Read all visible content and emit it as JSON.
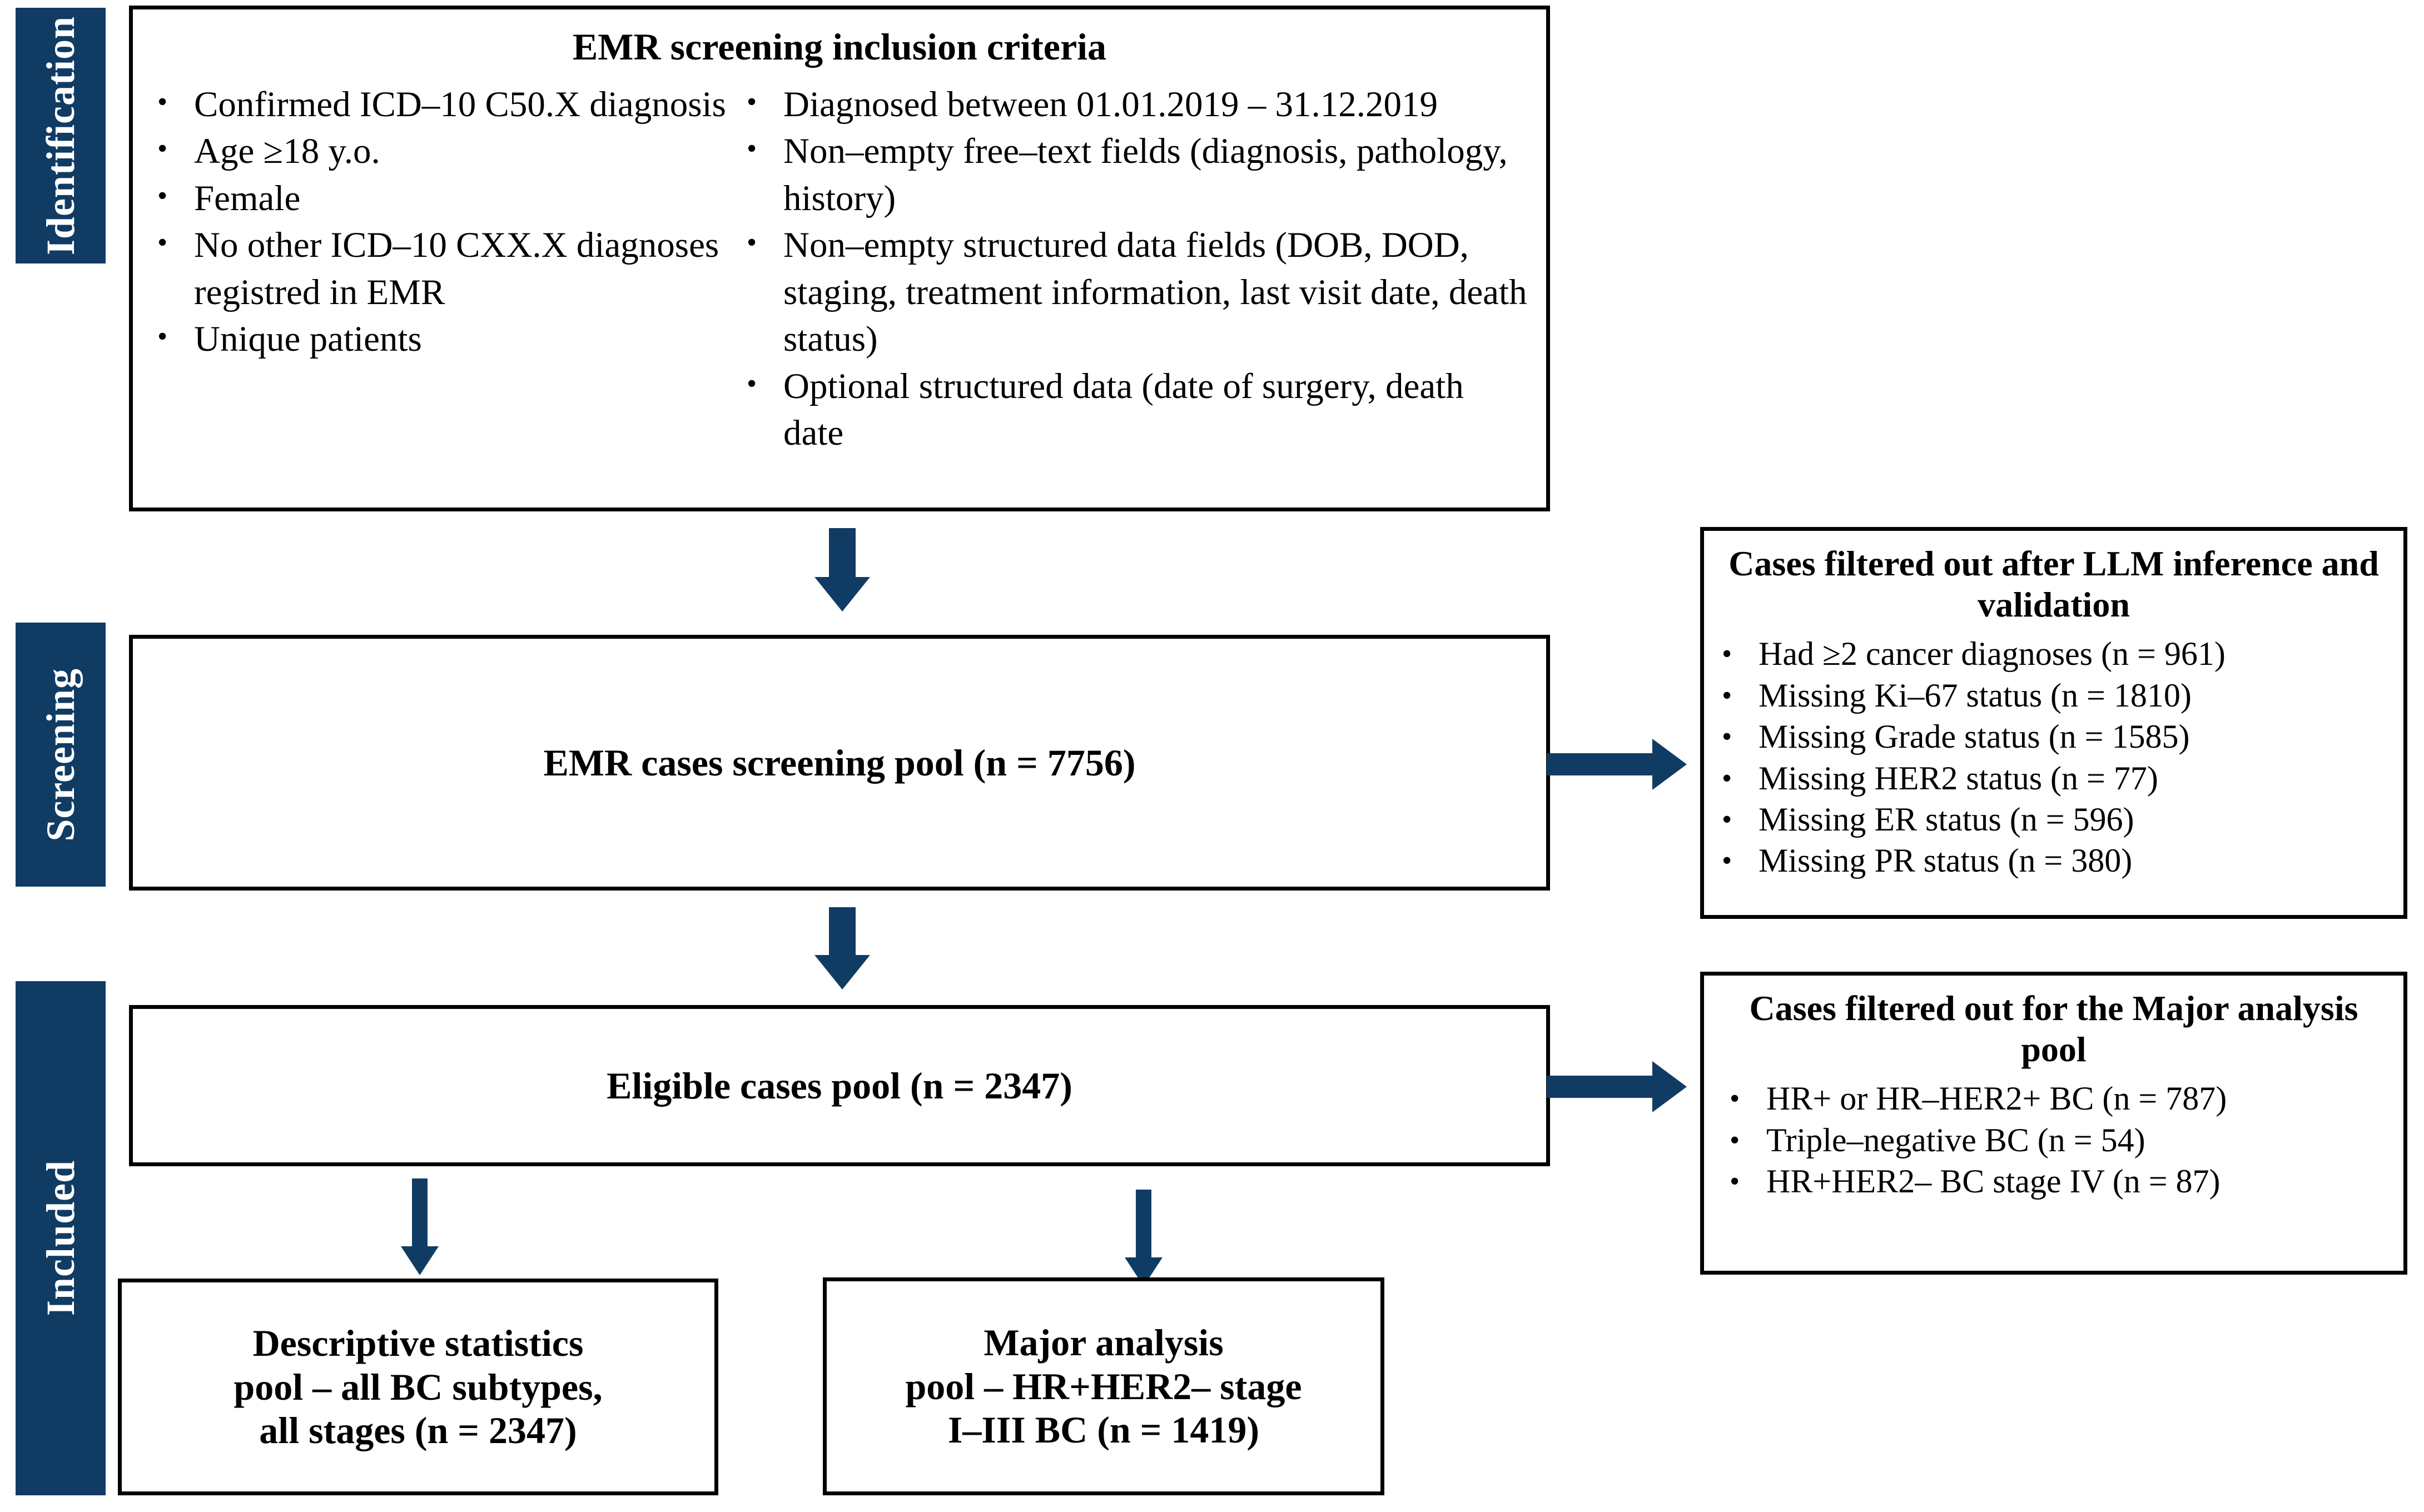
{
  "colors": {
    "stage_bar": "#103C64",
    "arrow": "#103C64",
    "box_border": "#000000",
    "background": "#ffffff",
    "text": "#000000"
  },
  "stages": [
    {
      "label": "Identification"
    },
    {
      "label": "Screening"
    },
    {
      "label": "Included"
    }
  ],
  "identification_box": {
    "title": "EMR screening inclusion criteria",
    "criteria_left": [
      "Confirmed ICD–10 C50.X diagnosis",
      "Age ≥18 y.o.",
      "Female",
      "No other ICD–10 CXX.X diagnoses registred in EMR",
      "Unique patients"
    ],
    "criteria_right": [
      "Diagnosed between 01.01.2019 – 31.12.2019",
      "Non–empty free–text fields (diagnosis, pathology, history)",
      "Non–empty structured data fields (DOB, DOD, staging, treatment information, last visit date, death status)",
      "Optional structured data (date of surgery, death date"
    ]
  },
  "screening_pool_box": {
    "title": "EMR cases screening pool (n = 7756)",
    "n": 7756
  },
  "eligible_pool_box": {
    "title": "Eligible cases pool (n = 2347)",
    "n": 2347
  },
  "llm_filtered_box": {
    "title": "Cases filtered out after LLM inference and validation",
    "items": [
      "Had ≥2 cancer diagnoses (n = 961)",
      "Missing Ki–67 status (n = 1810)",
      "Missing Grade status (n = 1585)",
      "Missing HER2 status (n = 77)",
      "Missing ER status (n = 596)",
      "Missing PR status (n = 380)"
    ]
  },
  "major_filtered_box": {
    "title": "Cases filtered out for the Major analysis pool",
    "items": [
      "HR+ or HR–HER2+ BC (n = 787)",
      "Triple–negative BC (n = 54)",
      "HR+HER2– BC stage IV (n = 87)"
    ]
  },
  "descriptive_box": {
    "line1": "Descriptive statistics",
    "line2": "pool – all BC subtypes,",
    "line3": "all stages (n = 2347)",
    "n": 2347
  },
  "major_analysis_box": {
    "line1": "Major analysis",
    "line2": "pool – HR+HER2– stage",
    "line3": "I–III BC (n = 1419)",
    "n": 1419
  },
  "icons": {
    "arrow_down_identification_to_screening": "arrow-down-icon",
    "arrow_down_screening_to_eligible": "arrow-down-icon",
    "arrow_right_screening_to_llm_filtered": "arrow-right-icon",
    "arrow_right_eligible_to_major_filtered": "arrow-right-icon",
    "arrow_down_eligible_to_descriptive": "arrow-down-icon",
    "arrow_down_eligible_to_major_analysis": "arrow-down-icon"
  }
}
